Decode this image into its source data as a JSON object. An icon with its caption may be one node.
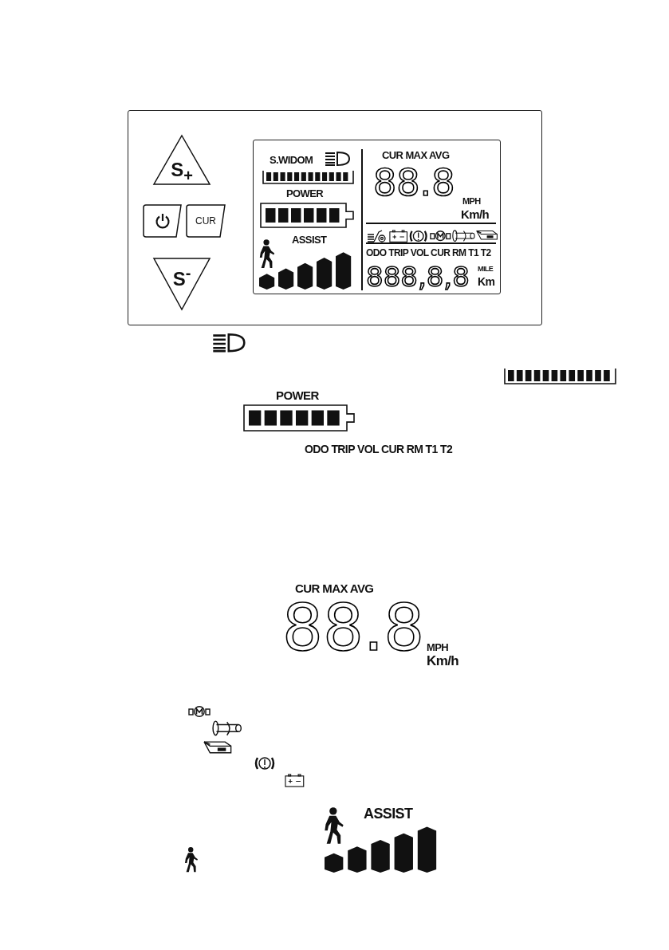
{
  "diagram": {
    "nodes": [
      {
        "text": [],
        "shape": "box"
      },
      {
        "text": [
          "S$_{+}$"
        ],
        "in": 0
      },
      {
        "text": [],
        "shape": "box",
        "in": 0
      },
      {
        "text": [
          "CUR"
        ],
        "in": 0
      },
      {
        "text": [
          "S$^{-}$"
        ],
        "in": 0
      },
      {
        "text": [
          "S.WIDOM",
          "POWER",
          "ASSIST",
          "CUR MAX AVG",
          "88.8",
          "MPH",
          "Km/h",
          "ODO TRIP VOL CUR RM T1 T2",
          "888,8,8",
          "MILE",
          "Km"
        ],
        "in": 0
      }
    ],
    "labels": [
      "POWER",
      "ODO TRIP VOL CUR RM T1 T2",
      "CUR MAX AVG",
      "88.8",
      "MPH",
      "Km/h",
      "ASSIST"
    ]
  }
}
